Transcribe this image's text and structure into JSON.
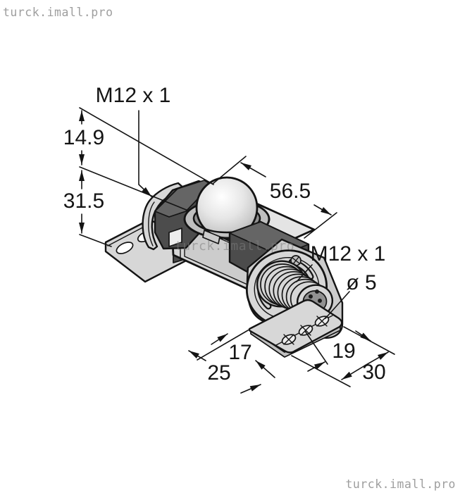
{
  "watermarks": {
    "top_left": "turck.imall.pro",
    "center": "turck.imall.pro",
    "bottom_right": "turck.imall.pro"
  },
  "labels": {
    "thread_top": "M12 x 1",
    "height_top": "14.9",
    "height_side": "31.5",
    "length": "56.5",
    "thread_connector": "M12 x 1",
    "hole_diameter": "ø 5",
    "bracket_17": "17",
    "bracket_25": "25",
    "bracket_19": "19",
    "bracket_30": "30"
  },
  "colors": {
    "outline": "#141414",
    "light": "#d7d7d7",
    "lighter": "#e4e4e4",
    "mid": "#bfbfbf",
    "dark": "#4c4c4c",
    "darktop": "#656565",
    "watermark": "#9e9e9e",
    "text": "#141414",
    "background": "#ffffff"
  }
}
